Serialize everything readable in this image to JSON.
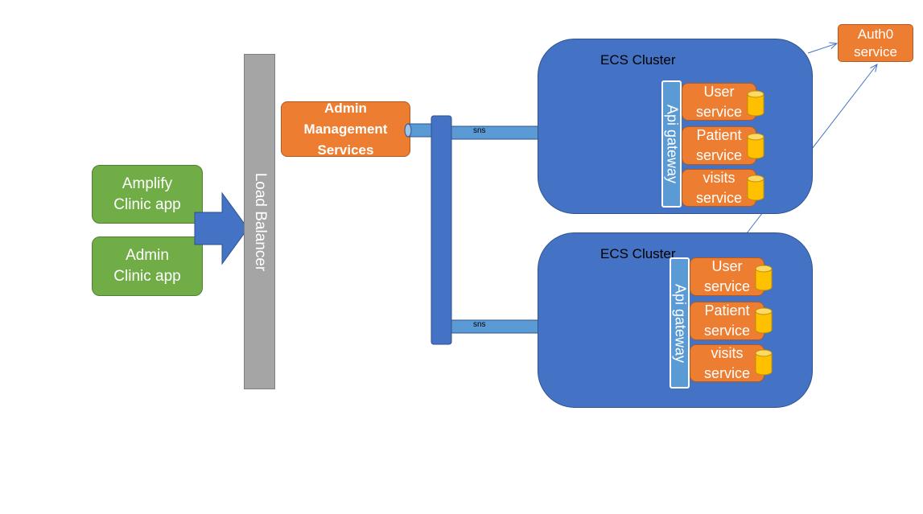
{
  "clients": {
    "amplify": [
      "Amplify",
      "Clinic app"
    ],
    "admin": [
      "Admin",
      "Clinic app"
    ]
  },
  "load_balancer": "Load Balancer",
  "admin_services": [
    "Admin",
    "Management",
    "Services"
  ],
  "sns_labels": [
    "sns",
    "sns"
  ],
  "clusters": [
    {
      "title": "ECS Cluster",
      "gateway": "Api gateway",
      "services": [
        [
          "User",
          "service"
        ],
        [
          "Patient",
          "service"
        ],
        [
          "visits",
          "service"
        ]
      ]
    },
    {
      "title": "ECS Cluster",
      "gateway": "Api gateway",
      "services": [
        [
          "User",
          "service"
        ],
        [
          "Patient",
          "service"
        ],
        [
          "visits",
          "service"
        ]
      ]
    }
  ],
  "auth": [
    "Auth0",
    "service"
  ],
  "colors": {
    "client_green": "#70ad47",
    "service_orange": "#ed7d31",
    "cluster_blue": "#4472c4",
    "pipe_blue": "#5b9bd5",
    "load_balancer_gray": "#a5a5a5",
    "database_yellow": "#ffc000"
  }
}
